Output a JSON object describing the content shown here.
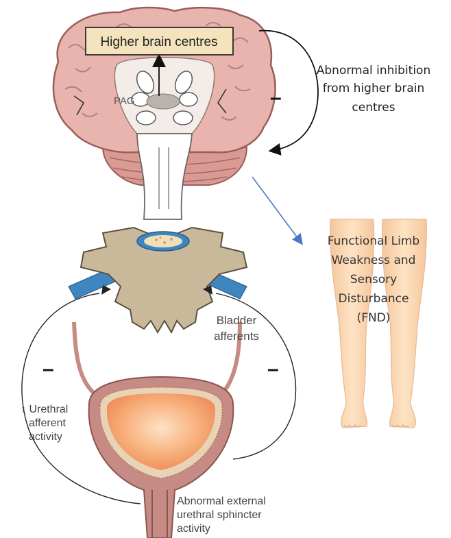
{
  "labels": {
    "higher_brain_centres": "Higher brain centres",
    "pag": "PAG",
    "abnormal_inhibition": [
      "Abnormal inhibition",
      "from higher brain",
      "centres"
    ],
    "fnd": [
      "Functional Limb",
      "Weakness and",
      "Sensory",
      "Disturbance",
      "(FND)"
    ],
    "bladder_afferents": [
      "Bladder",
      "afferents"
    ],
    "urethral_afferent": [
      "↑ Urethral",
      "afferent",
      "activity"
    ],
    "sphincter": [
      "Abnormal external",
      "urethral sphincter",
      "activity"
    ],
    "minus": "–"
  },
  "colors": {
    "brain_pink": "#e8b4ad",
    "brain_dark": "#b97470",
    "spine_tan": "#c9b99a",
    "nerve_blue": "#3f86c0",
    "bladder_wall": "#c58b84",
    "bladder_fill": "#f6a26e",
    "leg_skin": "#fbd9b4",
    "arrow_blue": "#4a78c8"
  }
}
